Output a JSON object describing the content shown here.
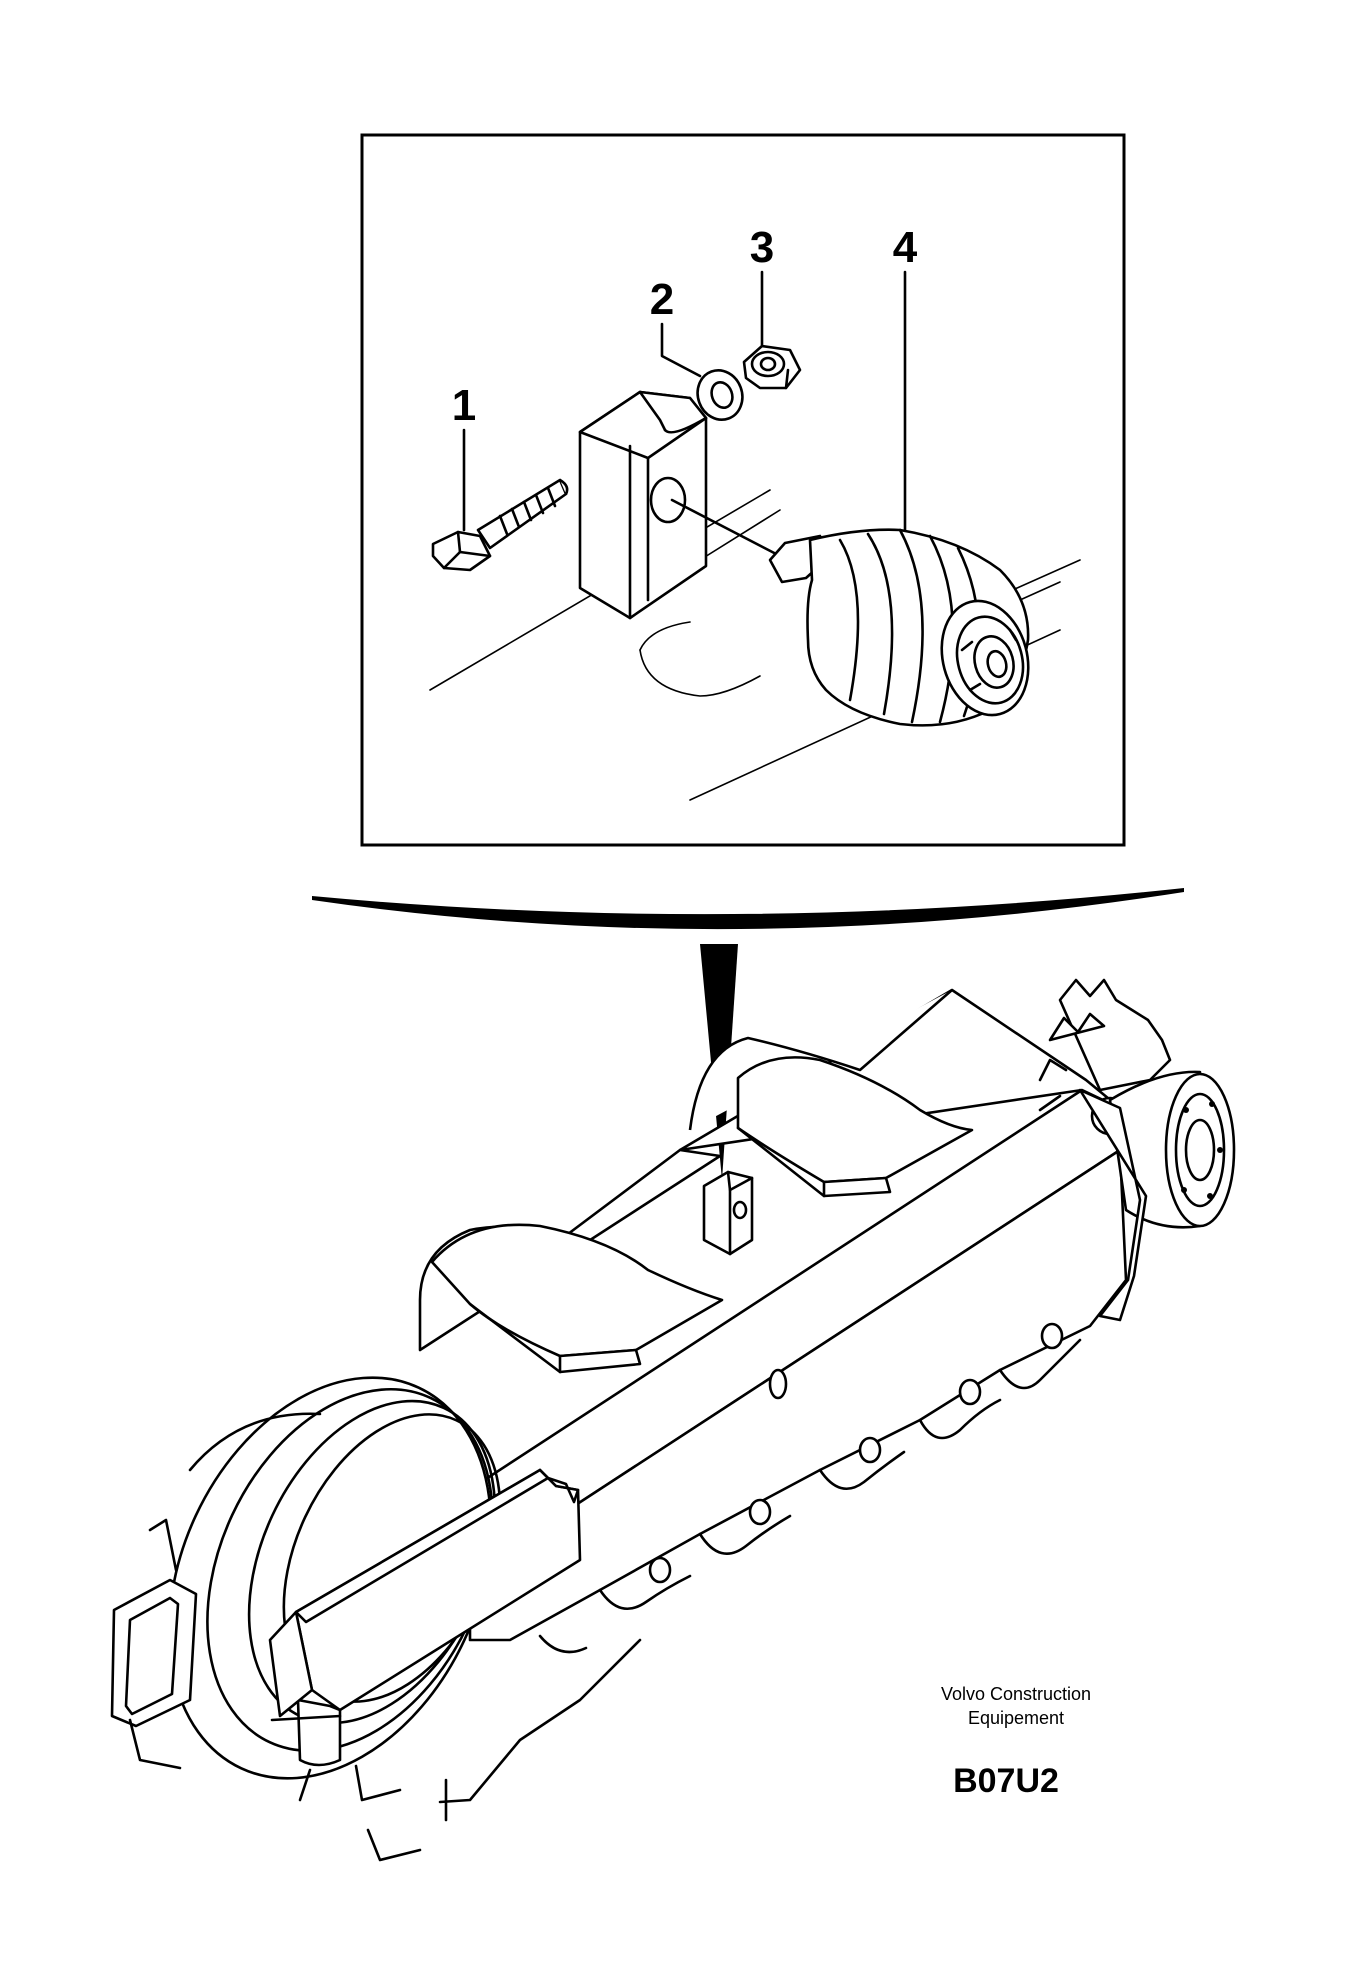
{
  "callouts": [
    {
      "id": "1",
      "label": "1",
      "part": "bolt"
    },
    {
      "id": "2",
      "label": "2",
      "part": "washer"
    },
    {
      "id": "3",
      "label": "3",
      "part": "nut"
    },
    {
      "id": "4",
      "label": "4",
      "part": "carrier-roller"
    }
  ],
  "footer": {
    "manufacturer_line1": "Volvo Construction",
    "manufacturer_line2": "Equipement",
    "drawing_code": "B07U2"
  },
  "colors": {
    "ink": "#000000",
    "paper": "#ffffff"
  }
}
